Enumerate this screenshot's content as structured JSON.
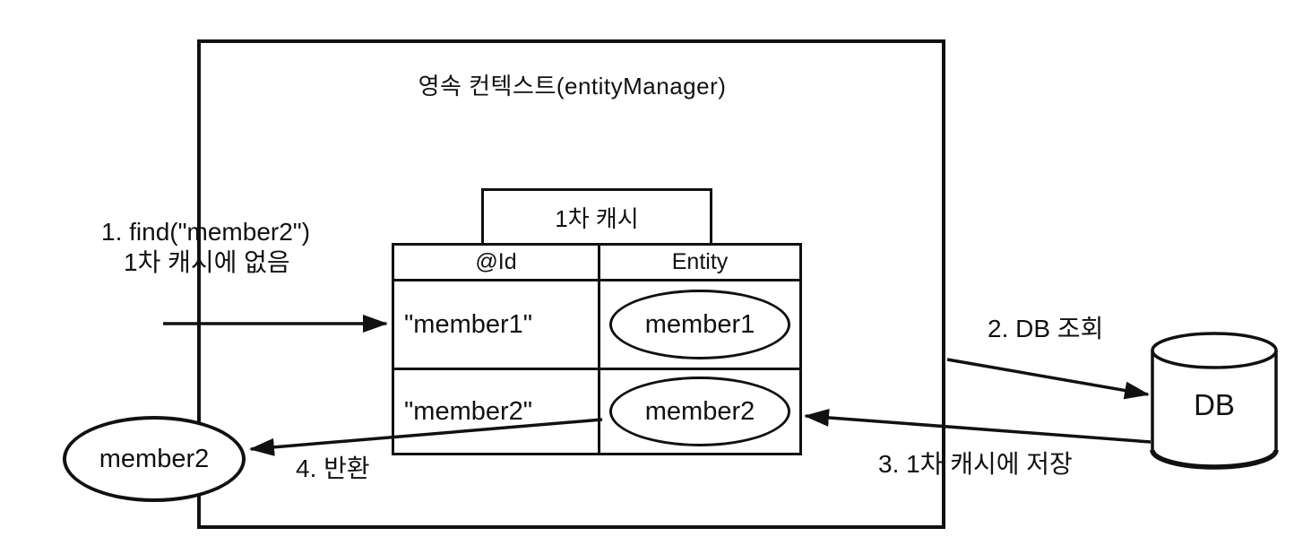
{
  "colors": {
    "ink": "#111111",
    "background": "#ffffff"
  },
  "diagram": {
    "title": "영속 컨텍스트(entityManager)",
    "cache": {
      "label": "1차 캐시",
      "columns": [
        "@Id",
        "Entity"
      ],
      "rows": [
        {
          "id": "\"member1\"",
          "entity": "member1"
        },
        {
          "id": "\"member2\"",
          "entity": "member2"
        }
      ]
    },
    "returned_entity": "member2",
    "database": {
      "label": "DB"
    },
    "steps": {
      "find": {
        "line1": "1. find(\"member2\")",
        "line2": "1차 캐시에 없음"
      },
      "db_query": "2. DB 조회",
      "store_cache": "3. 1차 캐시에 저장",
      "return": "4. 반환"
    }
  }
}
